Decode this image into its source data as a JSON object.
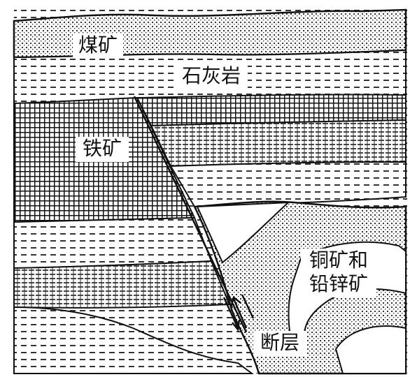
{
  "labels": {
    "coal": "煤矿",
    "limestone": "石灰岩",
    "iron": "铁矿",
    "copper_line1": "铜矿和",
    "copper_line2": "铅锌矿",
    "fault": "断层"
  },
  "colors": {
    "ink": "#111111",
    "paper": "#ffffff"
  }
}
